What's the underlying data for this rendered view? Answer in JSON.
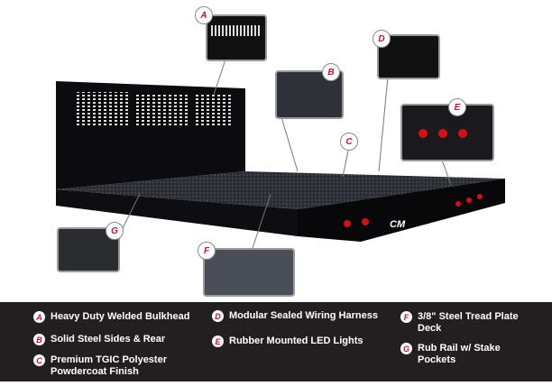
{
  "badges": {
    "a": "A",
    "b": "B",
    "c": "C",
    "d": "D",
    "e": "E",
    "f": "F",
    "g": "G"
  },
  "brand": "CM",
  "legend": [
    {
      "letter": "A",
      "text": "Heavy Duty Welded Bulkhead"
    },
    {
      "letter": "B",
      "text": "Solid Steel Sides & Rear"
    },
    {
      "letter": "C",
      "text": "Premium TGIC Polyester Powdercoat Finish"
    },
    {
      "letter": "D",
      "text": "Modular Sealed Wiring Harness"
    },
    {
      "letter": "E",
      "text": "Rubber Mounted LED Lights"
    },
    {
      "letter": "F",
      "text": "3/8\" Steel Tread Plate Deck"
    },
    {
      "letter": "G",
      "text": "Rub Rail w/ Stake Pockets"
    }
  ],
  "colors": {
    "accent": "#c8102e",
    "panel": "#231f20"
  }
}
